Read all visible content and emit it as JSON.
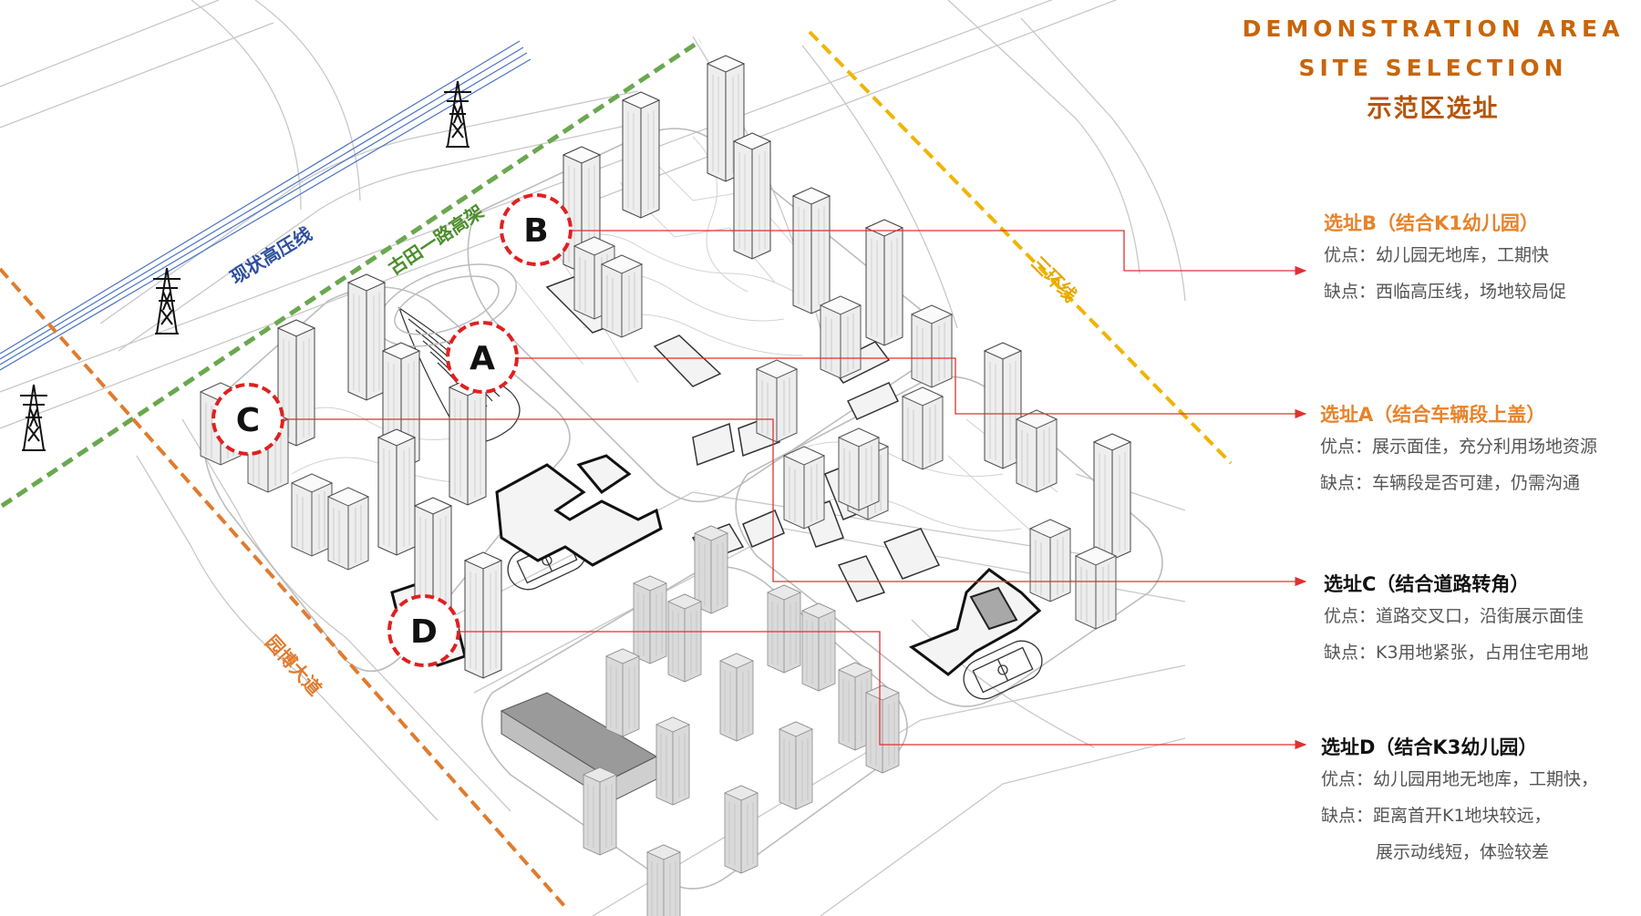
{
  "header": {
    "title_en_line1": "DEMONSTRATION AREA",
    "title_en_line2": "SITE SELECTION",
    "title_cn": "示范区选址"
  },
  "map": {
    "roads": {
      "high_voltage_line": "现状高压线",
      "elevated_road": "古田一路高架",
      "ring_road": "三环线",
      "avenue": "园博大道"
    },
    "markers": [
      "A",
      "B",
      "C",
      "D"
    ]
  },
  "colors": {
    "elevated_road": "#6aa84f",
    "ring_road": "#f0b400",
    "avenue": "#e07b2e",
    "high_voltage_line": "#4a72c4",
    "marker_ring": "#e02020",
    "leader_line": "#e03030",
    "title": "#c8650a",
    "site_title_orange": "#e8822a"
  },
  "sites": [
    {
      "id": "B",
      "title": "选址B（结合K1幼儿园）",
      "title_color": "orange",
      "lines": [
        "优点：幼儿园无地库，工期快",
        "缺点：西临高压线，场地较局促"
      ]
    },
    {
      "id": "A",
      "title": "选址A（结合车辆段上盖）",
      "title_color": "orange",
      "lines": [
        "优点：展示面佳，充分利用场地资源",
        "缺点：车辆段是否可建，仍需沟通"
      ]
    },
    {
      "id": "C",
      "title": "选址C（结合道路转角）",
      "title_color": "black",
      "lines": [
        "优点：道路交叉口，沿街展示面佳",
        "缺点：K3用地紧张，占用住宅用地"
      ]
    },
    {
      "id": "D",
      "title": "选址D（结合K3幼儿园）",
      "title_color": "black",
      "lines": [
        "优点：幼儿园用地无地库，工期快，",
        "缺点：距离首开K1地块较远，",
        "展示动线短，体验较差"
      ]
    }
  ]
}
